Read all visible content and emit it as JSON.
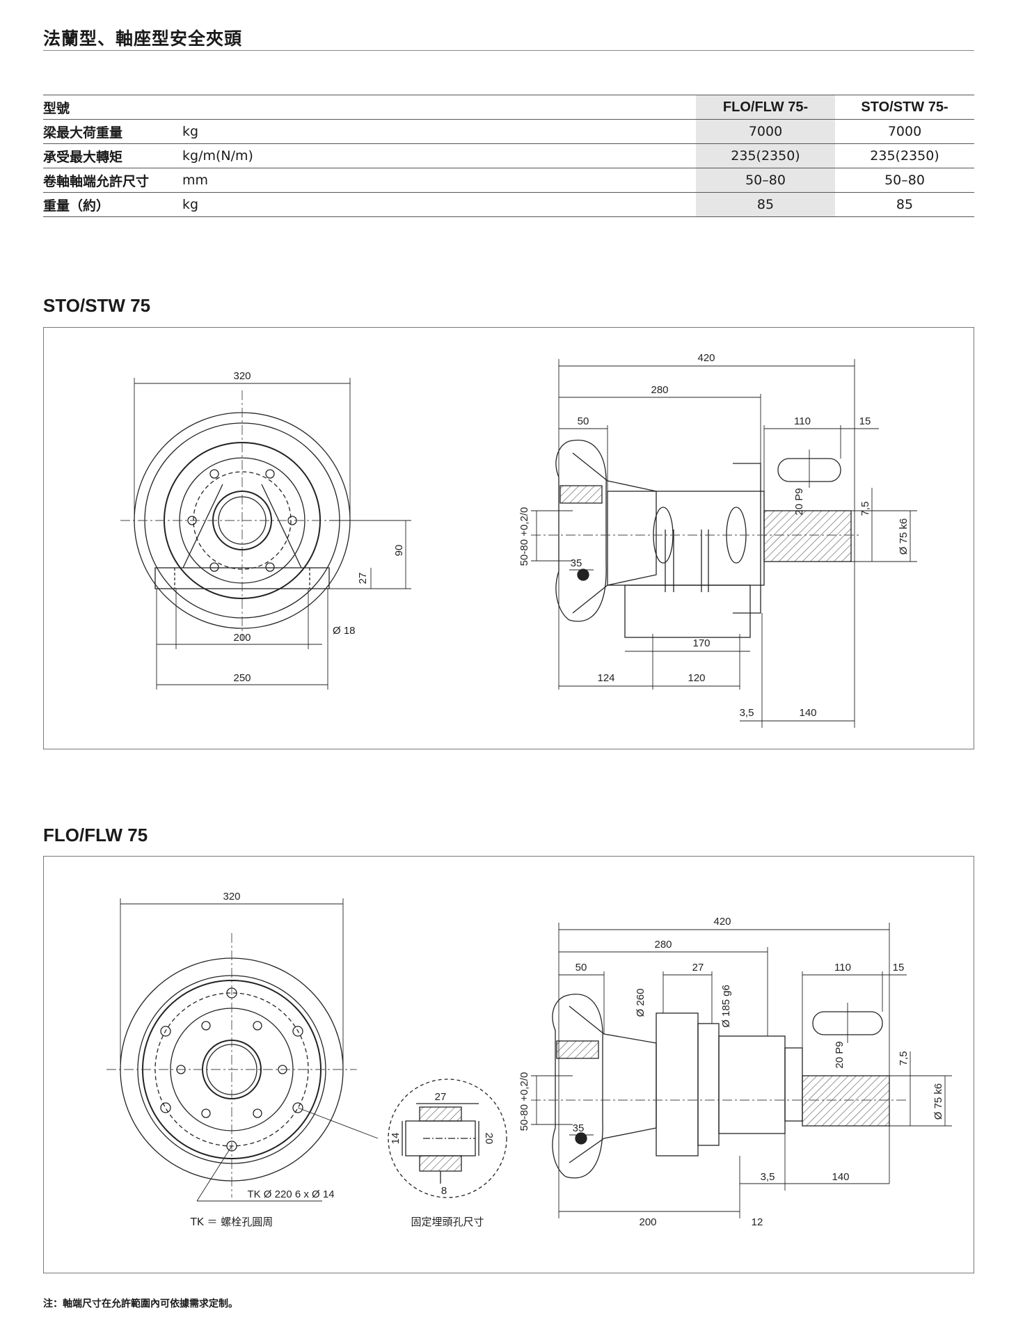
{
  "page": {
    "title": "法蘭型、軸座型安全夾頭"
  },
  "spec_table": {
    "header": {
      "label": "型號",
      "col1": "FLO/FLW 75-",
      "col2": "STO/STW 75-"
    },
    "rows": [
      {
        "label": "梁最大荷重量",
        "unit": "kg",
        "col1": "7000",
        "col2": "7000"
      },
      {
        "label": "承受最大轉矩",
        "unit": "kg/m(N/m)",
        "col1": "235(2350)",
        "col2": "235(2350)"
      },
      {
        "label": "卷軸軸端允許尺寸",
        "unit": "mm",
        "col1": "50–80",
        "col2": "50–80"
      },
      {
        "label": "重量（約）",
        "unit": "kg",
        "col1": "85",
        "col2": "85"
      }
    ]
  },
  "sto": {
    "title": "STO/STW 75",
    "dims": {
      "d320": "320",
      "d90": "90",
      "d27": "27",
      "d18": "Ø 18",
      "d200": "200",
      "d250": "250",
      "d420": "420",
      "d280": "280",
      "d50": "50",
      "d110": "110",
      "d15": "15",
      "dp9": "20 P9",
      "d75": "7,5",
      "dk6": "Ø 75 k6",
      "dtol": "50-80 +0,2/0",
      "d35": "35",
      "d170": "170",
      "d124": "124",
      "d120": "120",
      "d35b": "3,5",
      "d140": "140"
    }
  },
  "flo": {
    "title": "FLO/FLW 75",
    "dims": {
      "d320": "320",
      "tk": "TK Ø 220  6 x Ø 14",
      "tk_legend": "TK ＝ 螺栓孔圓周",
      "detail_caption": "固定埋頭孔尺寸",
      "det27": "27",
      "det14": "14",
      "det20": "20",
      "det8": "8",
      "d420": "420",
      "d280": "280",
      "d50": "50",
      "d27": "27",
      "d260": "Ø 260",
      "d185": "Ø 185 g6",
      "d110": "110",
      "d15": "15",
      "dp9": "20 P9",
      "d75": "7,5",
      "dk6": "Ø 75 k6",
      "dtol": "50-80 +0,2/0",
      "d35": "35",
      "d35b": "3,5",
      "d140": "140",
      "d200": "200",
      "d12": "12"
    }
  },
  "footnote": "注：軸端尺寸在允許範圍內可依據需求定制。"
}
